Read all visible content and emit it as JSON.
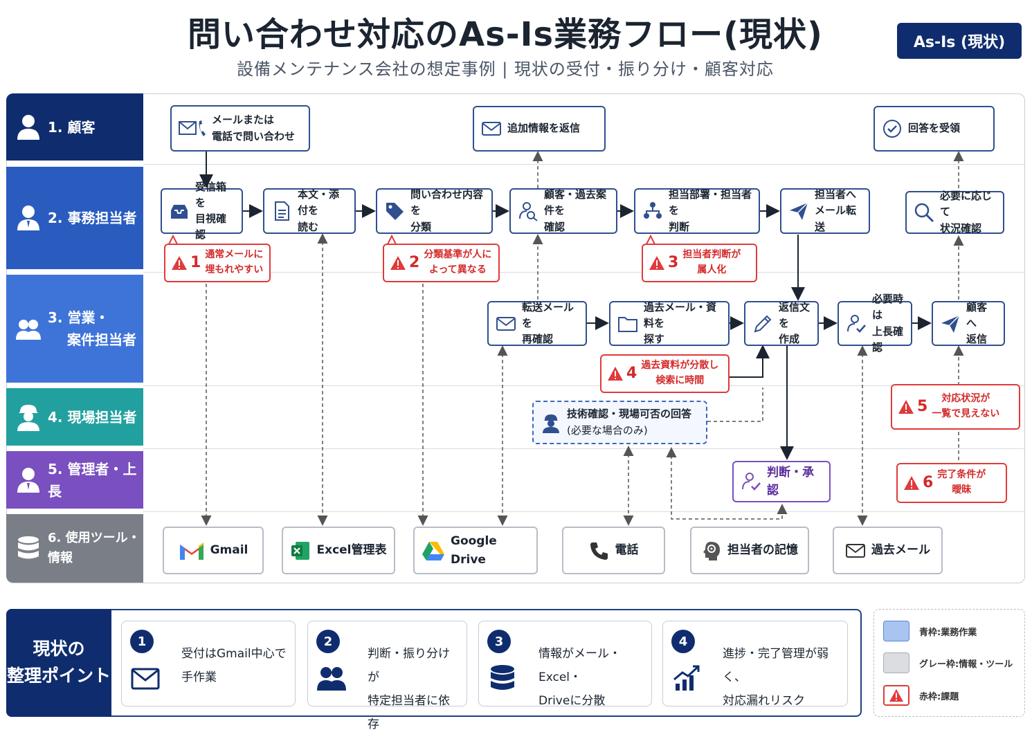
{
  "header": {
    "title": "問い合わせ対応のAs-Is業務フロー(現状)",
    "subtitle": "設備メンテナンス会社の想定事例 | 現状の受付・振り分け・顧客対応",
    "badge": "As-Is (現状)"
  },
  "lanes": [
    {
      "label": "1. 顧客",
      "color": "#0f2d6e",
      "icon": "person-icon"
    },
    {
      "label": "2. 事務担当者",
      "color": "#2a5cbf",
      "icon": "person-icon"
    },
    {
      "label_line1": "3. 営業・",
      "label_line2": "案件担当者",
      "color": "#3e74d8",
      "icon": "people-icon"
    },
    {
      "label": "4. 現場担当者",
      "color": "#22a0a0",
      "icon": "worker-icon"
    },
    {
      "label": "5. 管理者・上長",
      "color": "#7a4fbf",
      "icon": "person-icon"
    },
    {
      "label": "6. 使用ツール・情報",
      "color": "#7a7f87",
      "icon": "database-icon"
    }
  ],
  "nodes": {
    "inquiry": {
      "l1": "メールまたは",
      "l2": "電話で問い合わせ"
    },
    "send_info": {
      "l1": "追加情報を返信"
    },
    "receive_answer": {
      "l1": "回答を受領"
    },
    "inbox_check": {
      "l1": "受信箱を",
      "l2": "目視確認"
    },
    "read_body": {
      "l1": "本文・添付を",
      "l2": "読む"
    },
    "classify": {
      "l1": "問い合わせ内容を",
      "l2": "分類"
    },
    "customer_check": {
      "l1": "顧客・過去案件を",
      "l2": "確認"
    },
    "assign": {
      "l1": "担当部署・担当者を",
      "l2": "判断"
    },
    "forward": {
      "l1": "担当者へ",
      "l2": "メール転送"
    },
    "status_check": {
      "l1": "必要に応じて",
      "l2": "状況確認"
    },
    "recheck_mail": {
      "l1": "転送メールを",
      "l2": "再確認"
    },
    "search_past": {
      "l1": "過去メール・資料を",
      "l2": "探す"
    },
    "draft_reply": {
      "l1": "返信文を",
      "l2": "作成"
    },
    "boss_check": {
      "l1": "必要時は",
      "l2": "上長確認"
    },
    "reply_customer": {
      "l1": "顧客へ",
      "l2": "返信"
    },
    "tech_check": {
      "l1": "技術確認・現場可否の回答",
      "l2": "(必要な場合のみ)"
    },
    "approve": {
      "l1": "判断・承認"
    }
  },
  "tools": [
    "Gmail",
    "Excel管理表",
    "Google Drive",
    "電話",
    "担当者の記憶",
    "過去メール"
  ],
  "issues": [
    {
      "num": "1",
      "l1": "通常メールに",
      "l2": "埋もれやすい"
    },
    {
      "num": "2",
      "l1": "分類基準が人に",
      "l2": "よって異なる"
    },
    {
      "num": "3",
      "l1": "担当者判断が",
      "l2": "属人化"
    },
    {
      "num": "4",
      "l1": "過去資料が分散し",
      "l2": "検索に時間"
    },
    {
      "num": "5",
      "l1": "対応状況が",
      "l2": "一覧で見えない"
    },
    {
      "num": "6",
      "l1": "完了条件が",
      "l2": "曖昧"
    }
  ],
  "points": {
    "label_l1": "現状の",
    "label_l2": "整理ポイント",
    "items": [
      {
        "num": "1",
        "l1": "受付はGmail中心で",
        "l2": "手作業",
        "icon": "mail-icon"
      },
      {
        "num": "2",
        "l1": "判断・振り分けが",
        "l2": "特定担当者に依存",
        "icon": "people-icon"
      },
      {
        "num": "3",
        "l1": "情報がメール・Excel・",
        "l2": "Driveに分散",
        "icon": "database-icon"
      },
      {
        "num": "4",
        "l1": "進捗・完了管理が弱く、",
        "l2": "対応漏れリスク",
        "icon": "chart-up-icon"
      }
    ]
  },
  "legend": [
    {
      "label": "青枠:業務作業",
      "color": "#a9c4f0"
    },
    {
      "label": "グレー枠:情報・ツール",
      "color": "#dcdde0"
    },
    {
      "label": "赤枠:課題",
      "color": "#e03a3a"
    }
  ],
  "colors": {
    "navy": "#0f2d6e",
    "node_border": "#2f4f8f",
    "issue_red": "#e03a3a"
  }
}
